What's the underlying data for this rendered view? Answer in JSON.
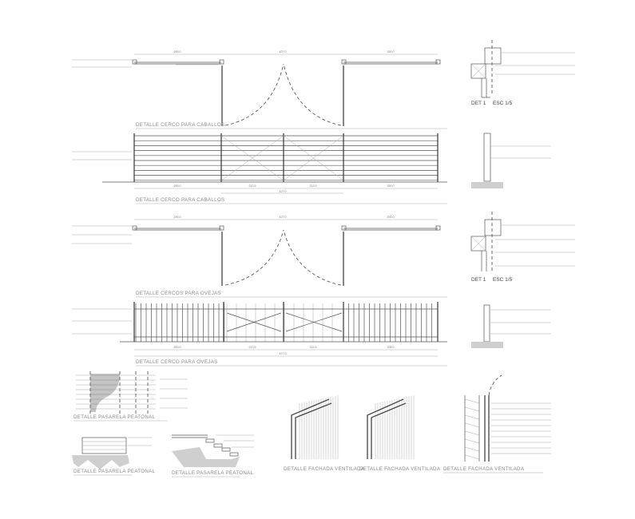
{
  "titles": {
    "horse_plan": "DETALLE CERCO PARA CABALLOS",
    "horse_elev": "DETALLE CERCO PARA CABALLOS",
    "sheep_plan": "DETALLE CERCOS PARA OVEJAS",
    "sheep_elev": "DETALLE CERCO PARA OVEJAS",
    "walkway_plan": "DETALLE PASARELA PEATONAL",
    "walkway_sec1": "DETALLE PASARELA PEATONAL",
    "walkway_sec2": "DETALLE PASARELA PEATONAL",
    "facade1": "DETALLE FACHADA VENTILADA",
    "facade2": "DETALLE FACHADA VENTILADA",
    "facade3": "DETALLE FACHADA VENTILADA"
  },
  "details": {
    "det1_label": "DET 1",
    "det1_scale": "ESC 1/5",
    "det2_label": "DET 1",
    "det2_scale": "ESC 1/5"
  },
  "dimensions": {
    "side": "200.0",
    "half_gate": "213.5",
    "gate": "427.0",
    "total": "427.0"
  }
}
